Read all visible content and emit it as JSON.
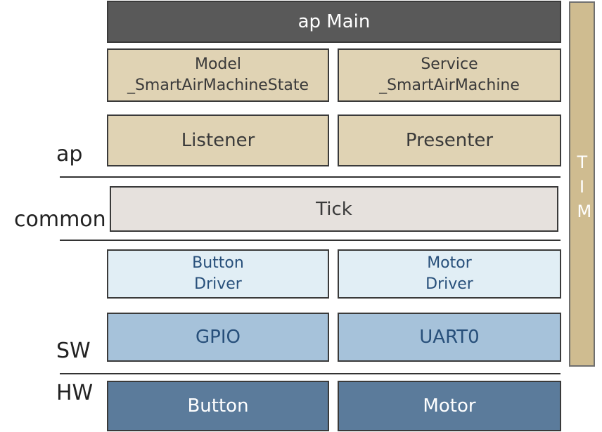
{
  "diagram": {
    "main": "ap Main",
    "model": [
      "Model",
      "_SmartAirMachineState"
    ],
    "service": [
      "Service",
      "_SmartAirMachine"
    ],
    "listener": "Listener",
    "presenter": "Presenter",
    "tick": "Tick",
    "button_driver": [
      "Button",
      "Driver"
    ],
    "motor_driver": [
      "Motor",
      "Driver"
    ],
    "gpio": "GPIO",
    "uart": "UART0",
    "button": "Button",
    "motor": "Motor",
    "tim": "TIM",
    "layers": {
      "ap": "ap",
      "common": "common",
      "sw": "SW",
      "hw": "HW"
    }
  },
  "colors": {
    "main": "#595959",
    "ap": "#e0d3b4",
    "common": "#e6e1dd",
    "driver": "#e1eef5",
    "peripheral": "#a6c2da",
    "hardware": "#5b7b9b",
    "tim": "#cfbc90"
  }
}
